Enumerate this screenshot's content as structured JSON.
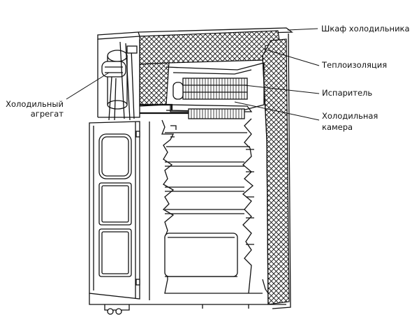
{
  "labels": {
    "cabinet": "Шкаф холодильника",
    "insulation": "Теплоизоляция",
    "unit_line1": "Холодильный",
    "unit_line2": "агрегат",
    "evaporator": "Испаритель",
    "chamber_line1": "Холодильная",
    "chamber_line2": "камера"
  }
}
